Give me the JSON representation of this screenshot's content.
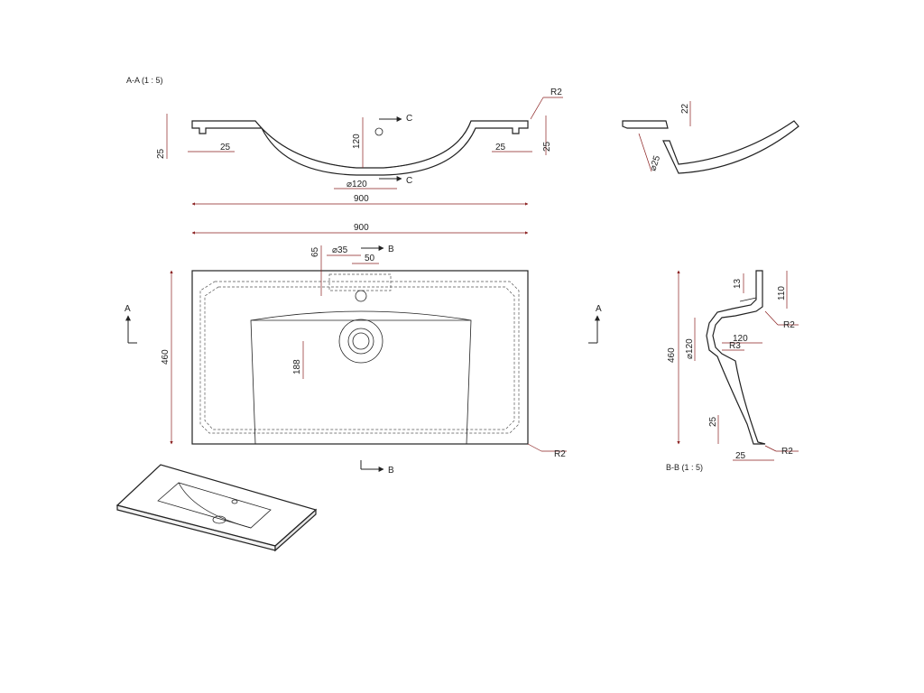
{
  "views": {
    "section_aa": {
      "label": "A-A  (1 : 5)",
      "dims": {
        "overall_width": "900",
        "rim_height_left": "25",
        "rim_width_left": "25",
        "rim_width_right": "25",
        "rim_height_right": "25",
        "bowl_depth": "120",
        "drain_dia": "⌀120",
        "radius": "R2"
      },
      "cut_marker": "C"
    },
    "section_cc": {
      "dims": {
        "height": "22",
        "hole_dia": "⌀25"
      }
    },
    "top_view": {
      "dims": {
        "width": "900",
        "depth": "460",
        "hole_offset": "65",
        "hole_dia": "⌀35",
        "hole_spacing": "50",
        "drain_offset": "188",
        "radius": "R2"
      },
      "cut_a": "A",
      "cut_b": "B"
    },
    "section_bb": {
      "label": "B-B  (1 : 5)",
      "dims": {
        "rim": "13",
        "rim_height": "110",
        "radius_top": "R2",
        "drain_dia": "⌀120",
        "drain_width": "120",
        "inner_radius": "R3",
        "depth": "460",
        "bottom_rim": "25",
        "bottom_width": "25",
        "radius_bottom": "R2"
      }
    }
  }
}
